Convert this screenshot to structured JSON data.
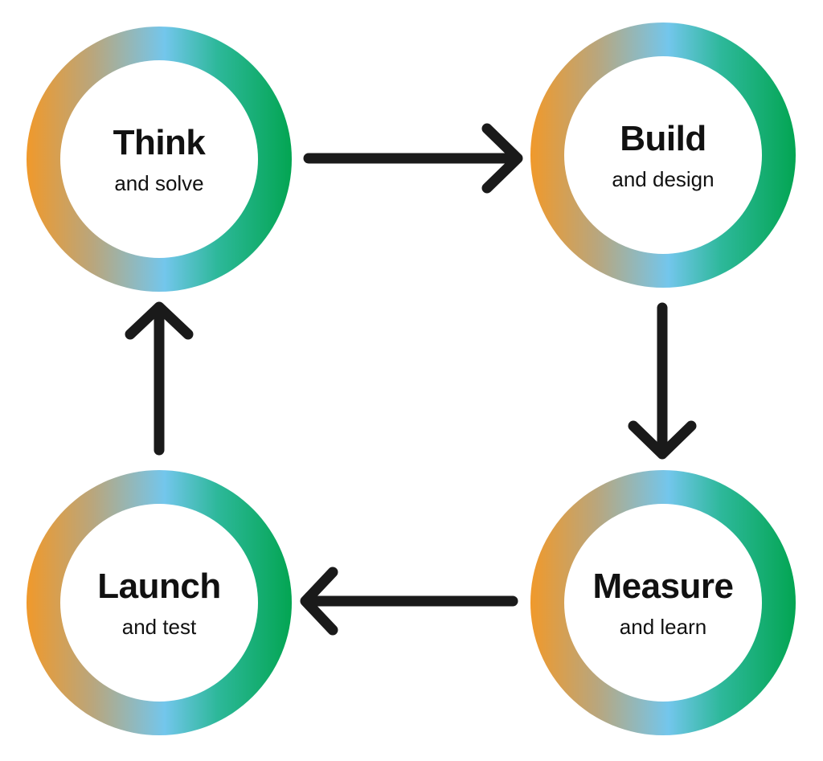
{
  "nodes": {
    "think": {
      "title": "Think",
      "subtitle": "and solve"
    },
    "build": {
      "title": "Build",
      "subtitle": "and design"
    },
    "measure": {
      "title": "Measure",
      "subtitle": "and learn"
    },
    "launch": {
      "title": "Launch",
      "subtitle": "and test"
    }
  },
  "colors": {
    "ring_gradient": [
      "#F0992B",
      "#B9A67D",
      "#73C6EC",
      "#2DB89A",
      "#03A552"
    ],
    "arrow": "#1a1a1a",
    "text": "#111111"
  },
  "flow": [
    {
      "from": "think",
      "to": "build"
    },
    {
      "from": "build",
      "to": "measure"
    },
    {
      "from": "measure",
      "to": "launch"
    },
    {
      "from": "launch",
      "to": "think"
    }
  ]
}
